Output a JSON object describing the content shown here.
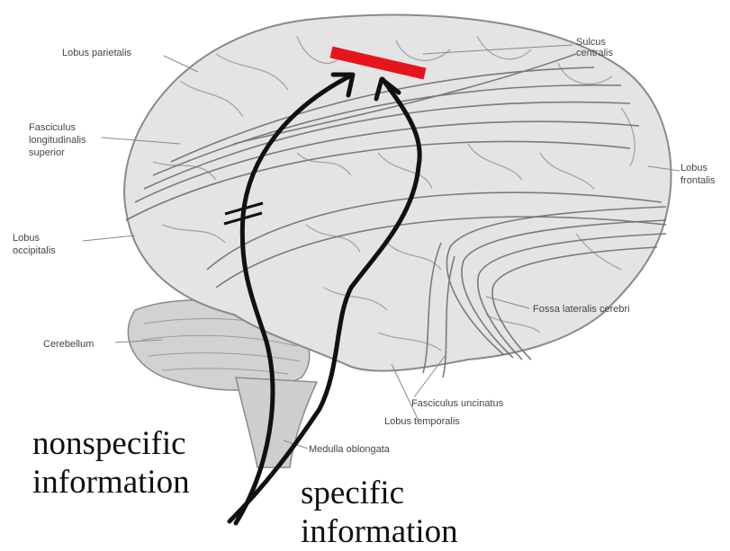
{
  "labels": {
    "lobus_parietalis": "Lobus parietalis",
    "sulcus_centralis_1": "Sulcus",
    "sulcus_centralis_2": "centralis",
    "fasciculus_long_1": "Fasciculus",
    "fasciculus_long_2": "longitudinalis",
    "fasciculus_long_3": "superior",
    "lobus_frontalis_1": "Lobus",
    "lobus_frontalis_2": "frontalis",
    "lobus_occipitalis_1": "Lobus",
    "lobus_occipitalis_2": "occipitalis",
    "fossa_lateralis": "Fossa lateralis cerebri",
    "cerebellum": "Cerebellum",
    "fasciculus_uncinatus": "Fasciculus uncinatus",
    "lobus_temporalis": "Lobus temporalis",
    "medulla_oblongata": "Medulla oblongata"
  },
  "captions": {
    "nonspecific_1": "nonspecific",
    "nonspecific_2": "information",
    "specific_1": "specific",
    "specific_2": "information"
  },
  "colors": {
    "cortex_marker": "#e8141c",
    "pathway": "#111111",
    "brain_fill": "#e4e4e4"
  }
}
